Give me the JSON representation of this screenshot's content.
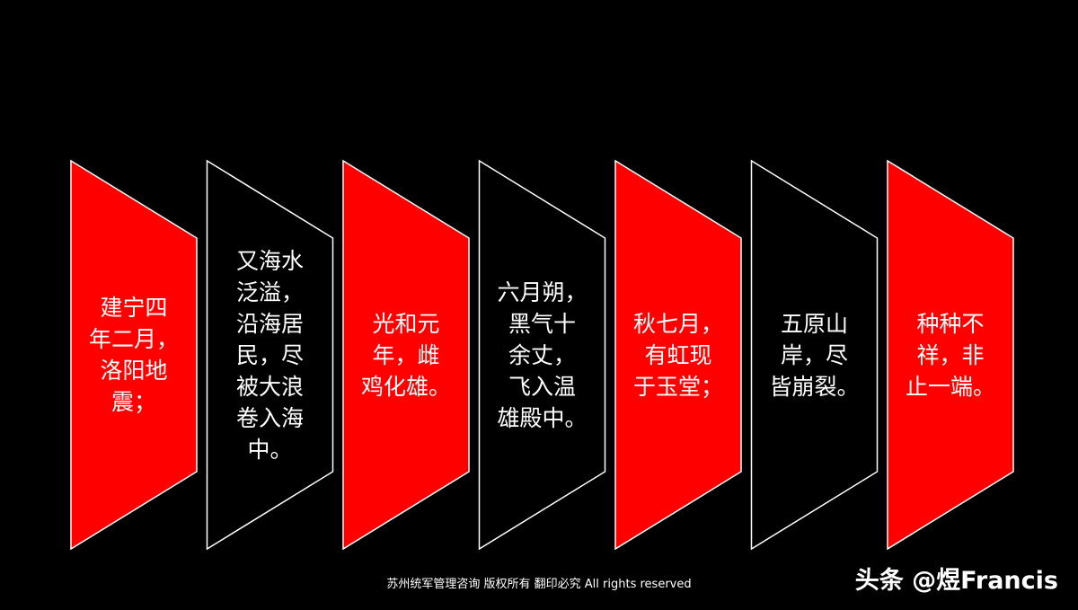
{
  "colors": {
    "background": "#000000",
    "red_fill": "#ff0000",
    "black_fill": "#000000",
    "stroke": "#ffffff",
    "text": "#ffffff"
  },
  "panels": [
    {
      "text": "建宁四\n年二月，\n洛阳地\n震；",
      "fill": "#ff0000"
    },
    {
      "text": "又海水\n泛溢，\n沿海居\n民，尽\n被大浪\n卷入海\n中。",
      "fill": "#000000"
    },
    {
      "text": "光和元\n年，雌\n鸡化雄。",
      "fill": "#ff0000"
    },
    {
      "text": "六月朔，\n黑气十\n余丈，\n飞入温\n雄殿中。",
      "fill": "#000000"
    },
    {
      "text": "秋七月，\n有虹现\n于玉堂；",
      "fill": "#ff0000"
    },
    {
      "text": "五原山\n岸，尽\n皆崩裂。",
      "fill": "#000000"
    },
    {
      "text": "种种不\n祥，非\n止一端。",
      "fill": "#ff0000"
    }
  ],
  "footer": {
    "copyright": "苏州统军管理咨询  版权所有  翻印必究 All rights reserved"
  },
  "watermark": {
    "text": "头条 @煜Francis"
  }
}
